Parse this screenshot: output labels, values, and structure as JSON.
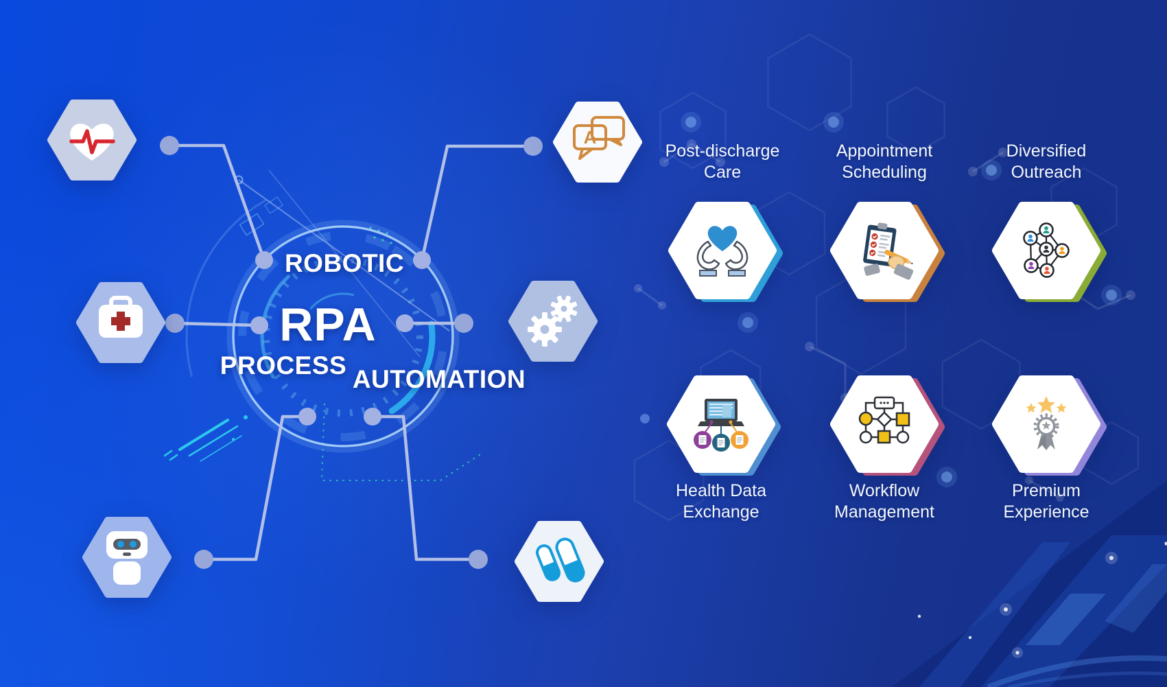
{
  "diagram": {
    "acronym": "RPA",
    "words": {
      "top": "ROBOTIC",
      "left": "PROCESS",
      "right": "AUTOMATION"
    },
    "chat_icon_letter": "A",
    "hubs": [
      {
        "icon": "heart-pulse-icon",
        "tint": "#c7d0e4"
      },
      {
        "icon": "first-aid-kit-icon",
        "tint": "#aabdea"
      },
      {
        "icon": "robot-icon",
        "tint": "#9fb6ec"
      },
      {
        "icon": "chat-translation-icon",
        "tint": "#f8fafd"
      },
      {
        "icon": "gears-icon",
        "tint": "#b0c0e3"
      },
      {
        "icon": "pills-icon",
        "tint": "#eef2f9"
      }
    ]
  },
  "cards": [
    {
      "line1": "Post-discharge",
      "line2": "Care",
      "icon": "hands-holding-heart-icon",
      "accent": "#2f9fd8",
      "label_position": "above"
    },
    {
      "line1": "Appointment",
      "line2": "Scheduling",
      "icon": "appointment-clipboard-icon",
      "accent": "#c8823e",
      "label_position": "above"
    },
    {
      "line1": "Diversified",
      "line2": "Outreach",
      "icon": "people-network-icon",
      "accent": "#8aab35",
      "label_position": "above"
    },
    {
      "line1": "Health Data",
      "line2": "Exchange",
      "icon": "laptop-documents-icon",
      "accent": "#4f8fd0",
      "label_position": "below"
    },
    {
      "line1": "Workflow",
      "line2": "Management",
      "icon": "flowchart-icon",
      "accent": "#b5537c",
      "label_position": "below"
    },
    {
      "line1": "Premium",
      "line2": "Experience",
      "icon": "award-ribbon-icon",
      "accent": "#9186d9",
      "label_position": "below"
    }
  ],
  "colors": {
    "background_left": "#0a49de",
    "background_right": "#14318c",
    "circle_stroke": "#b0d8fc",
    "connector_line": "#bac6e8",
    "node_fill": "#97a7d9",
    "tech_cyan": "#2db4ef",
    "tech_teal": "#2fd0b5",
    "card_hexagon": "#ffffff",
    "text": "#ffffff"
  }
}
